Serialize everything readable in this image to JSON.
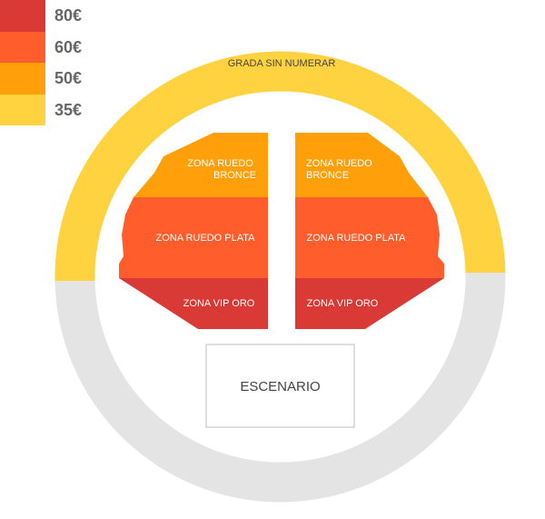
{
  "colors": {
    "price_80": "#d93a35",
    "price_60": "#ff5e2c",
    "price_50": "#ff9f0a",
    "price_35": "#ffd23f",
    "ring_unavailable": "#e4e4e4",
    "stage_border": "#bdbdbd",
    "legend_text": "#666666"
  },
  "legend": [
    {
      "label": "80€",
      "color": "#d93a35"
    },
    {
      "label": "60€",
      "color": "#ff5e2c"
    },
    {
      "label": "50€",
      "color": "#ff9f0a"
    },
    {
      "label": "35€",
      "color": "#ffd23f"
    }
  ],
  "ring": {
    "label": "GRADA SIN NUMERAR"
  },
  "zones": {
    "bronce_left": "ZONA RUEDO BRONCE",
    "bronce_left_line1": "ZONA RUEDO",
    "bronce_left_line2": "BRONCE",
    "bronce_right_line1": "ZONA RUEDO",
    "bronce_right_line2": "BRONCE",
    "plata_left": "ZONA RUEDO PLATA",
    "plata_right": "ZONA RUEDO PLATA",
    "vip_left": "ZONA VIP ORO",
    "vip_right": "ZONA VIP ORO"
  },
  "stage": {
    "label": "ESCENARIO"
  }
}
